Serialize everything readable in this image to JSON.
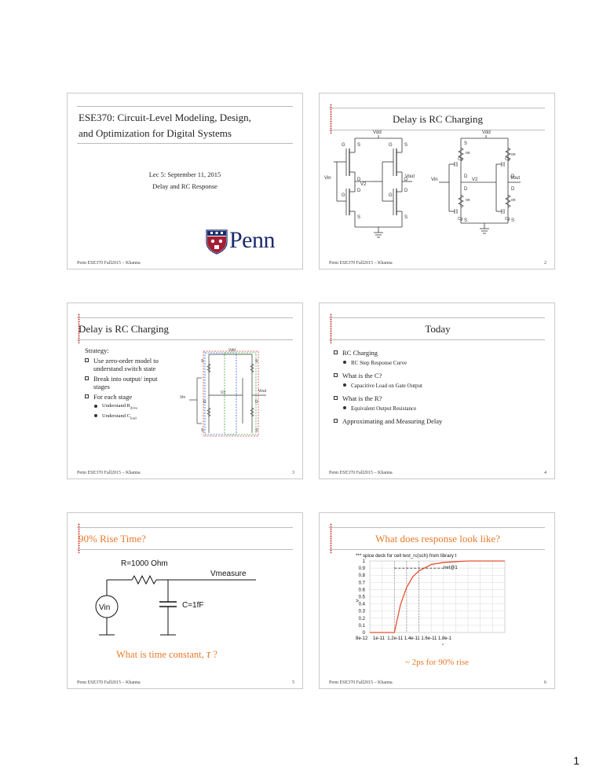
{
  "footer_text": "Penn ESE370 Fall2015 – Khanna",
  "page_number": "1",
  "slide1": {
    "title_line1": "ESE370: Circuit-Level Modeling, Design,",
    "title_line2": "and Optimization for Digital Systems",
    "lecture": "Lec 5: September 11, 2015",
    "subtitle": "Delay and RC Response",
    "logo_text": "Penn"
  },
  "slide2": {
    "title": "Delay is RC Charging",
    "number": "2",
    "labels": {
      "vdd": "Vdd",
      "vin": "Vin",
      "vout": "Vout",
      "v2": "V2",
      "g": "G",
      "s": "S",
      "d": "D",
      "ron": "on",
      "r": "R",
      "cg": "Cg"
    }
  },
  "slide3": {
    "title": "Delay is RC Charging",
    "number": "3",
    "strategy": "Strategy:",
    "bullets": [
      "Use zero-order model to understand switch state",
      "Break into output/ input stages",
      "For each stage"
    ],
    "sub_bullets": [
      "Understand R",
      "Understand C"
    ],
    "sub_subscripts": [
      "drive",
      "load"
    ]
  },
  "slide4": {
    "title": "Today",
    "number": "4",
    "items": [
      {
        "label": "RC Charging",
        "sub": "RC Step Response Curve"
      },
      {
        "label": "What is the C?",
        "sub": "Capacitive Load on Gate Output"
      },
      {
        "label": "What is the R?",
        "sub": "Equivalent Output Resistance"
      },
      {
        "label": "Approximating and Measuring Delay",
        "sub": ""
      }
    ]
  },
  "slide5": {
    "title": "90% Rise Time?",
    "number": "5",
    "resistor_label": "R=1000 Ohm",
    "vmeasure": "Vmeasure",
    "vin": "Vin",
    "cap_label": "C=1fF",
    "question": "What is time constant,",
    "tau": "τ",
    "question_end": "?"
  },
  "slide6": {
    "title": "What does response look like?",
    "number": "6",
    "caption": "~ 2ps for 90% rise",
    "plot_title": "*** spice deck for cell test_rc(sch) from library t",
    "ylabel": ">",
    "xlabel": "s",
    "marker_label": "net@1",
    "y_ticks": [
      "1",
      "0.9",
      "0.8",
      "0.7",
      "0.6",
      "0.5",
      "0.4",
      "0.3",
      "0.2",
      "0.1",
      "0"
    ],
    "x_ticks_text": "8e-12    1e-11  1.2e-11 1.4e-11 1.6e-11 1.8e-1"
  },
  "chart_data": {
    "type": "line",
    "title": "*** spice deck for cell test_rc(sch) from library t",
    "xlabel": "s",
    "ylabel": ">",
    "xlim": [
      8e-12,
      1.9e-11
    ],
    "ylim": [
      0,
      1
    ],
    "series": [
      {
        "name": "net@1",
        "x": [
          8e-12,
          9.9e-12,
          1e-11,
          1.05e-11,
          1.1e-11,
          1.15e-11,
          1.2e-11,
          1.3e-11,
          1.4e-11,
          1.6e-11,
          1.9e-11
        ],
        "y": [
          0,
          0,
          0,
          0.39,
          0.63,
          0.78,
          0.86,
          0.95,
          0.98,
          1.0,
          1.0
        ]
      }
    ],
    "grid": true,
    "colors": {
      "curve": "#e85030",
      "markers": "#888888"
    }
  }
}
